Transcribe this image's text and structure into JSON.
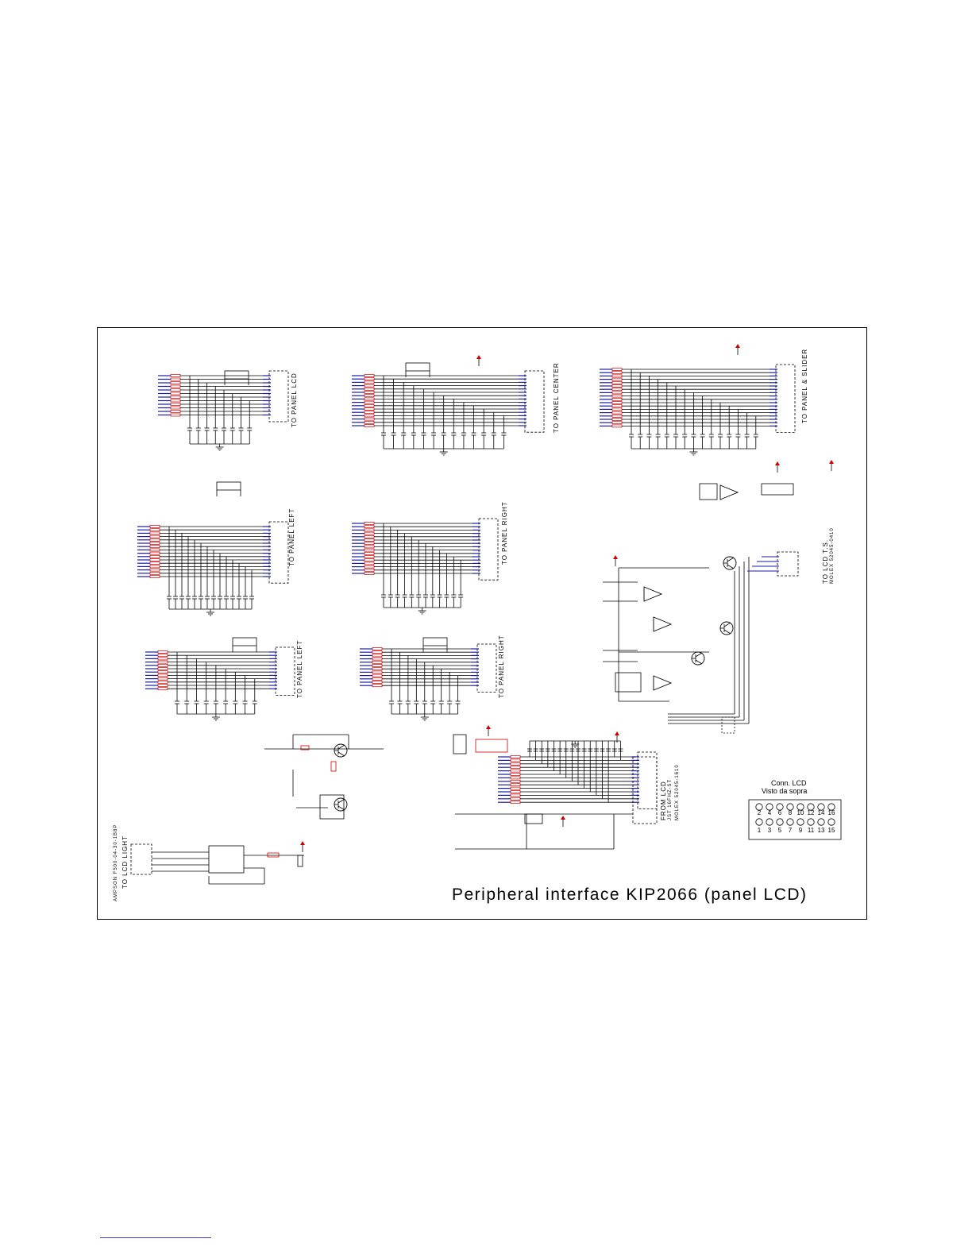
{
  "title": "Peripheral interface KIP2066 (panel LCD)",
  "connector_legend": {
    "title": "Conn. LCD",
    "subtitle": "Visto da sopra",
    "top_row": [
      "2",
      "4",
      "6",
      "8",
      "10",
      "12",
      "14",
      "16"
    ],
    "bottom_row": [
      "1",
      "3",
      "5",
      "7",
      "9",
      "11",
      "13",
      "15"
    ]
  },
  "connector_labels": {
    "panel_lcd": "TO PANEL LCD",
    "panel_center": "TO PANEL CENTER",
    "panel_slider": "TO PANEL & SLIDER",
    "panel_left_1": "TO PANEL LEFT",
    "panel_right_1": "TO PANEL RIGHT",
    "panel_left_2": "TO PANEL LEFT",
    "panel_right_2": "TO PANEL RIGHT",
    "lcd_ts": "TO LCD T.S.",
    "lcd_ts_part": "MOLEX 52045-0410",
    "from_lcd": "FROM LCD",
    "from_lcd_part": "JST 16FHZ-ST",
    "from_lcd_part2": "MOLEX 52045-1610",
    "lcd_light": "TO LCD LIGHT",
    "lcd_light_part": "AMPSON F500-04-30-1B8P"
  },
  "colors": {
    "ink": "#000000",
    "net": "#cc0000",
    "ref": "#1a1aa8"
  }
}
